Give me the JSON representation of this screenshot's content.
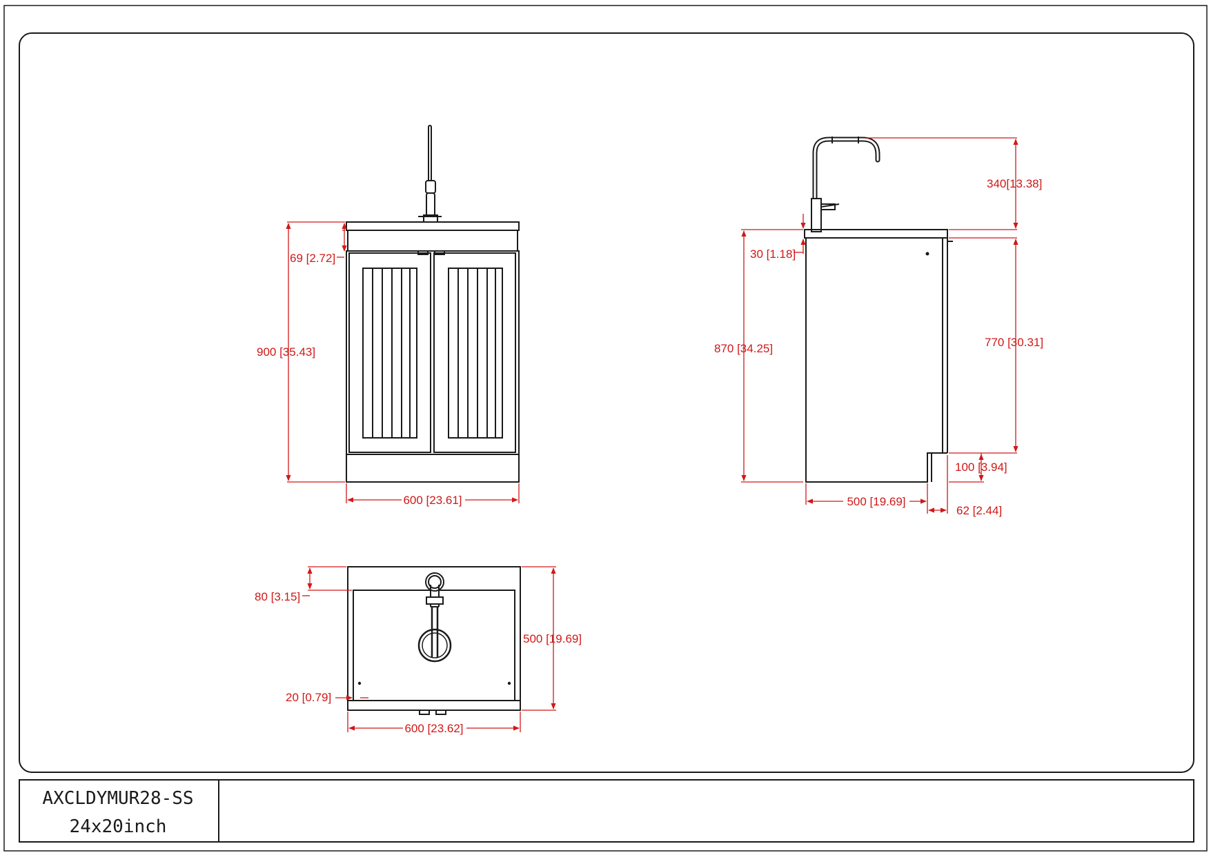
{
  "colors": {
    "line": "#1a1a1a",
    "dimension": "#d01818",
    "background": "#ffffff"
  },
  "title_block": {
    "model": "AXCLDYMUR28-SS",
    "size": "24x20inch"
  },
  "front_view": {
    "dim_top_panel": "69 [2.72]",
    "dim_height": "900 [35.43]",
    "dim_width": "600 [23.61]"
  },
  "side_view": {
    "dim_faucet_height": "340[13.38]",
    "dim_top_thickness": "30 [1.18]",
    "dim_height": "870 [34.25]",
    "dim_cabinet_height": "770 [30.31]",
    "dim_toe_kick": "100 [3.94]",
    "dim_depth": "500 [19.69]",
    "dim_toe_depth": "62 [2.44]"
  },
  "top_view": {
    "dim_back_margin": "80 [3.15]",
    "dim_depth": "500 [19.69]",
    "dim_front_margin": "20 [0.79]",
    "dim_width": "600 [23.62]"
  }
}
